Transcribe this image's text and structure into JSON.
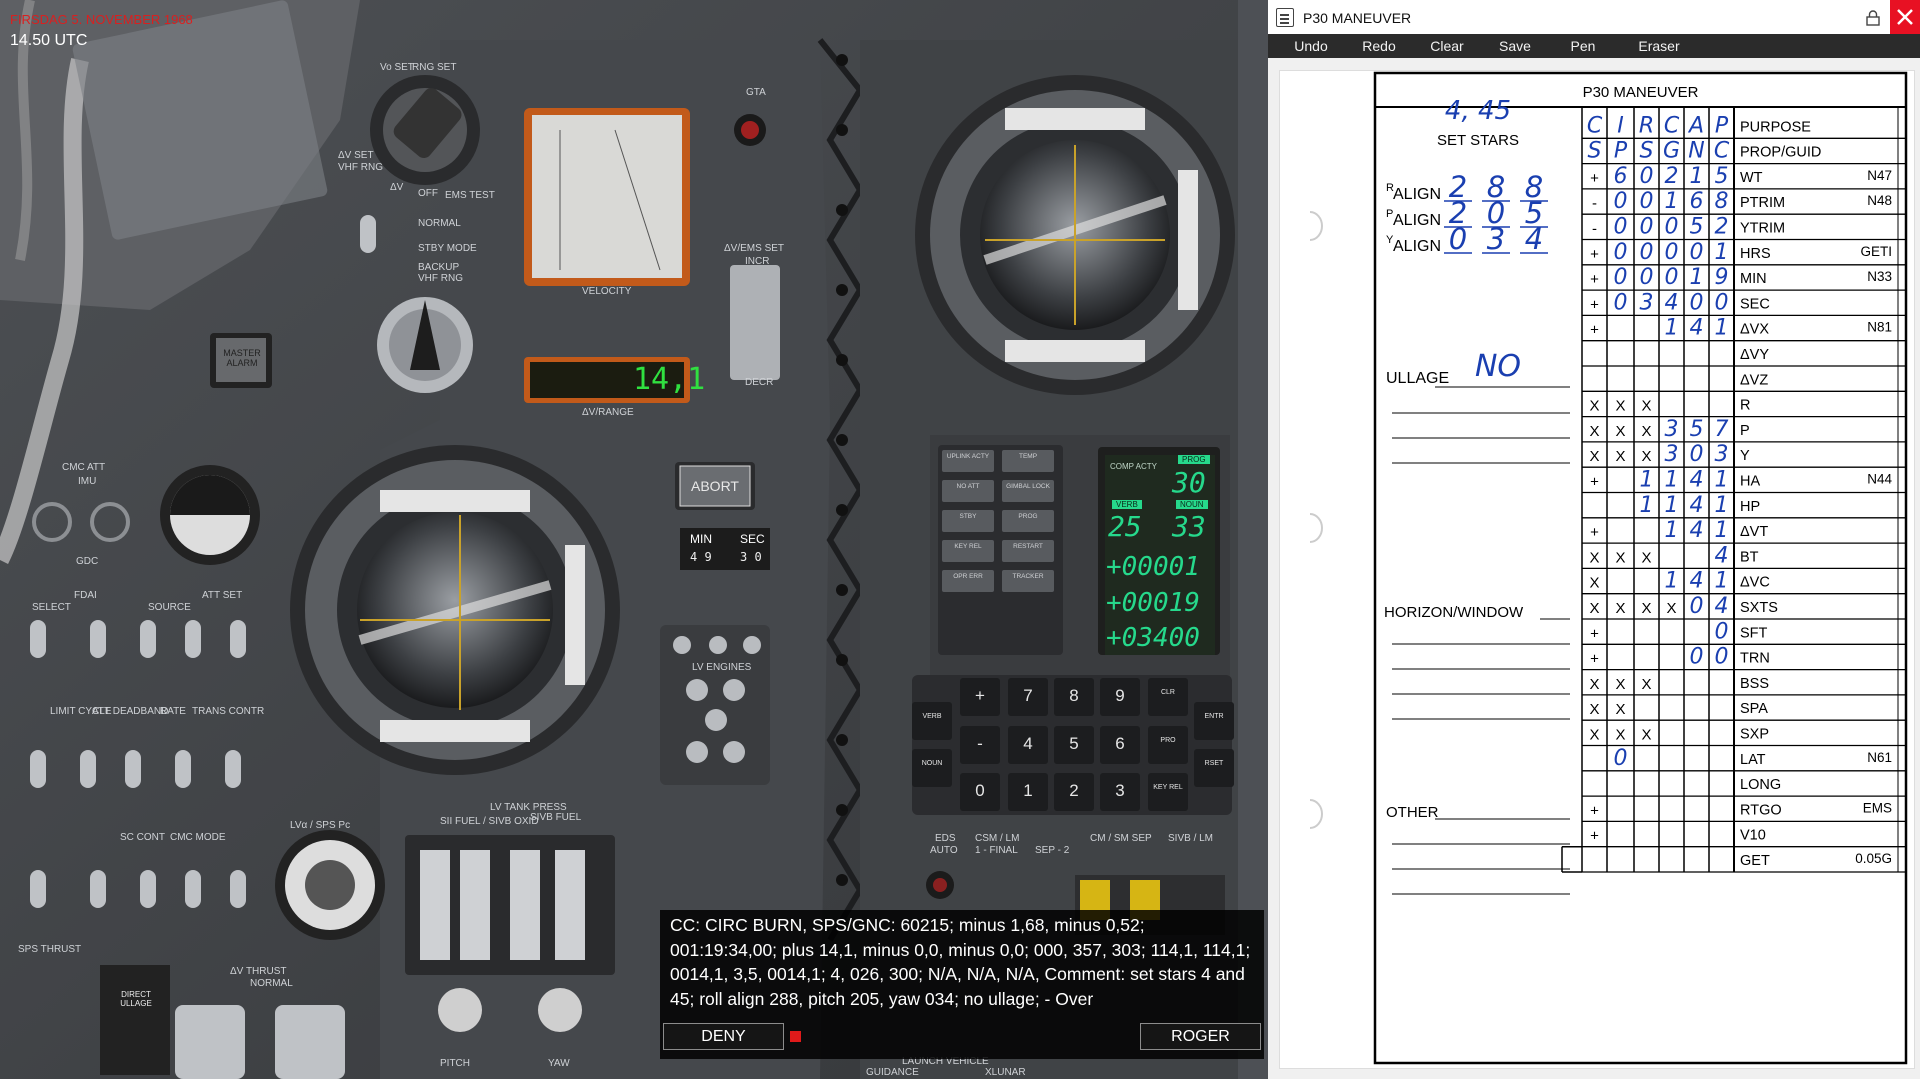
{
  "overlay": {
    "date": "FIRSDAG 5. NOVEMBER 1968",
    "time": "14.50 UTC"
  },
  "panel_labels": {
    "vo_set": "Vo SET",
    "rng_set": "RNG SET",
    "dv_set": "ΔV SET",
    "vhf_rng": "VHF RNG",
    "dv": "ΔV",
    "off": "OFF",
    "ems_test": "EMS TEST",
    "normal": "NORMAL",
    "stby_mode": "STBY MODE",
    "backup": "BACKUP",
    "vhf_rng2": "VHF RNG",
    "gta": "GTA",
    "velocity": "VELOCITY",
    "dv_range": "ΔV/RANGE",
    "dv_ems_set": "ΔV/EMS SET",
    "incr": "INCR",
    "decr": "DECR",
    "master_alarm": "MASTER ALARM",
    "abort": "ABORT",
    "min": "MIN",
    "sec": "SEC",
    "cmc_att": "CMC ATT",
    "imu": "IMU",
    "gdc": "GDC",
    "fdai": "FDAI",
    "select": "SELECT",
    "source": "SOURCE",
    "att_set": "ATT SET",
    "lv_engines": "LV ENGINES",
    "lv_sps_pc": "LVα / SPS Pc",
    "sii_fuel": "SII FUEL / SIVB OXID",
    "lv_tank_press": "LV TANK PRESS",
    "sivb_fuel": "SIVB FUEL",
    "eds": "EDS",
    "auto": "AUTO",
    "csm_lm": "CSM / LM",
    "final": "1 - FINAL",
    "sep2": "SEP - 2",
    "cm_sm_sep": "CM / SM SEP",
    "sivb_lm": "SIVB / LM",
    "limit_cycle": "LIMIT CYCLE",
    "att_deadband": "ATT DEADBAND",
    "rate": "RATE",
    "trans_contr": "TRANS CONTR",
    "sc_cont": "SC CONT",
    "cmc_mode": "CMC MODE",
    "dv_thrust": "ΔV THRUST",
    "normal2": "NORMAL",
    "sps_thrust": "SPS THRUST",
    "direct_ullage": "DIRECT ULLAGE",
    "pitch": "PITCH",
    "yaw": "YAW",
    "launch_vehicle": "LAUNCH VEHICLE",
    "guidance": "GUIDANCE",
    "xlunar": "XLUNAR"
  },
  "displays": {
    "dv_range_value": "14,1",
    "timer_min": "4 9",
    "timer_sec": "3 0"
  },
  "dsky": {
    "comp_acty": "COMP ACTY",
    "prog_label": "PROG",
    "verb_label": "VERB",
    "noun_label": "NOUN",
    "prog": "30",
    "verb": "25",
    "noun": "33",
    "r1": "+00001",
    "r2": "+00019",
    "r3": "+03400",
    "annunciators": [
      "UPLINK ACTY",
      "TEMP",
      "NO ATT",
      "GIMBAL LOCK",
      "STBY",
      "PROG",
      "KEY REL",
      "RESTART",
      "OPR ERR",
      "TRACKER"
    ],
    "keys": [
      "VERB",
      "NOUN",
      "+",
      "-",
      "0",
      "7",
      "4",
      "1",
      "8",
      "5",
      "2",
      "9",
      "6",
      "3",
      "CLR",
      "PRO",
      "KEY REL",
      "ENTR",
      "RSET"
    ]
  },
  "comms": {
    "message": "CC: CIRC BURN, SPS/GNC: 60215; minus 1,68, minus 0,52; 001:19:34,00; plus 14,1, minus 0,0, minus 0,0; 000, 357, 303; 114,1, 114,1; 0014,1, 3,5, 0014,1; 4, 026, 300; N/A, N/A, N/A, Comment: set stars 4 and 45; roll align 288, pitch 205, yaw 034; no ullage;  - Over",
    "deny": "DENY",
    "roger": "ROGER"
  },
  "window": {
    "title": "P30 MANEUVER",
    "menu": [
      "Undo",
      "Redo",
      "Clear",
      "Save",
      "Pen",
      "Eraser"
    ]
  },
  "form": {
    "title": "P30 MANEUVER",
    "set_stars_label": "SET STARS",
    "set_stars_value": "4, 45",
    "align_labels": [
      "ALIGN",
      "ALIGN",
      "ALIGN"
    ],
    "align_prefix": [
      "R",
      "P",
      "Y"
    ],
    "align_values": [
      [
        "2",
        "8",
        "8"
      ],
      [
        "2",
        "0",
        "5"
      ],
      [
        "0",
        "3",
        "4"
      ]
    ],
    "ullage_label": "ULLAGE",
    "ullage_value": "NO",
    "horizon_label": "HORIZON/WINDOW",
    "other_label": "OTHER",
    "rows": [
      {
        "cells": [
          "C",
          "I",
          "R",
          "C",
          "A",
          "P"
        ],
        "label": "PURPOSE",
        "noun": ""
      },
      {
        "cells": [
          "S",
          "P",
          "S",
          "G",
          "N",
          "C"
        ],
        "label": "PROP/GUID",
        "noun": ""
      },
      {
        "cells": [
          "+",
          "6",
          "0",
          "2",
          "1",
          "5"
        ],
        "label": "WT",
        "noun": "N47"
      },
      {
        "cells": [
          "-",
          "0",
          "0",
          "1",
          "6",
          "8"
        ],
        "label": "PTRIM",
        "noun": "N48"
      },
      {
        "cells": [
          "-",
          "0",
          "0",
          "0",
          "5",
          "2"
        ],
        "label": "YTRIM",
        "noun": ""
      },
      {
        "cells": [
          "+",
          "0",
          "0",
          "0",
          "0",
          "1"
        ],
        "label": "HRS",
        "noun": "GETI"
      },
      {
        "cells": [
          "+",
          "0",
          "0",
          "0",
          "1",
          "9"
        ],
        "label": "MIN",
        "noun": "N33"
      },
      {
        "cells": [
          "+",
          "0",
          "3",
          "4",
          "0",
          "0"
        ],
        "label": "SEC",
        "noun": ""
      },
      {
        "cells": [
          "+",
          "",
          "",
          "1",
          "4",
          "1"
        ],
        "label": "ΔVX",
        "noun": "N81"
      },
      {
        "cells": [
          "",
          "",
          "",
          "",
          "",
          ""
        ],
        "label": "ΔVY",
        "noun": ""
      },
      {
        "cells": [
          "",
          "",
          "",
          "",
          "",
          ""
        ],
        "label": "ΔVZ",
        "noun": ""
      },
      {
        "cells": [
          "X",
          "X",
          "X",
          "",
          "",
          ""
        ],
        "label": "R",
        "noun": ""
      },
      {
        "cells": [
          "X",
          "X",
          "X",
          "3",
          "5",
          "7"
        ],
        "label": "P",
        "noun": ""
      },
      {
        "cells": [
          "X",
          "X",
          "X",
          "3",
          "0",
          "3"
        ],
        "label": "Y",
        "noun": ""
      },
      {
        "cells": [
          "+",
          "",
          "1",
          "1",
          "4",
          "1"
        ],
        "label": "HA",
        "noun": "N44"
      },
      {
        "cells": [
          "",
          "",
          "1",
          "1",
          "4",
          "1"
        ],
        "label": "HP",
        "noun": ""
      },
      {
        "cells": [
          "+",
          "",
          "",
          "1",
          "4",
          "1"
        ],
        "label": "ΔVT",
        "noun": ""
      },
      {
        "cells": [
          "X",
          "X",
          "X",
          "",
          "",
          "4"
        ],
        "label": "BT",
        "noun": ""
      },
      {
        "cells": [
          "X",
          "",
          "",
          "1",
          "4",
          "1"
        ],
        "label": "ΔVC",
        "noun": ""
      },
      {
        "cells": [
          "X",
          "X",
          "X",
          "X",
          "0",
          "4"
        ],
        "label": "SXTS",
        "noun": ""
      },
      {
        "cells": [
          "+",
          "",
          "",
          "",
          "",
          "0"
        ],
        "label": "SFT",
        "noun": ""
      },
      {
        "cells": [
          "+",
          "",
          "",
          "",
          "0",
          "0"
        ],
        "label": "TRN",
        "noun": ""
      },
      {
        "cells": [
          "X",
          "X",
          "X",
          "",
          "",
          ""
        ],
        "label": "BSS",
        "noun": ""
      },
      {
        "cells": [
          "X",
          "X",
          "",
          "",
          "",
          ""
        ],
        "label": "SPA",
        "noun": ""
      },
      {
        "cells": [
          "X",
          "X",
          "X",
          "",
          "",
          ""
        ],
        "label": "SXP",
        "noun": ""
      },
      {
        "cells": [
          "",
          "0",
          "",
          "",
          "",
          ""
        ],
        "label": "LAT",
        "noun": "N61"
      },
      {
        "cells": [
          "",
          "",
          "",
          "",
          "",
          ""
        ],
        "label": "LONG",
        "noun": ""
      },
      {
        "cells": [
          "+",
          "",
          "",
          "",
          "",
          ""
        ],
        "label": "RTGO",
        "noun": "EMS"
      },
      {
        "cells": [
          "+",
          "",
          "",
          "",
          "",
          ""
        ],
        "label": "V10",
        "noun": ""
      },
      {
        "cells": [
          "",
          "",
          "",
          "",
          "",
          ""
        ],
        "label": "GET",
        "noun": "0.05G"
      }
    ]
  },
  "colors": {
    "ink": "#1a3fb0",
    "dsky_green": "#26d98c",
    "counter_green": "#30e040",
    "close_red": "#e81123"
  }
}
